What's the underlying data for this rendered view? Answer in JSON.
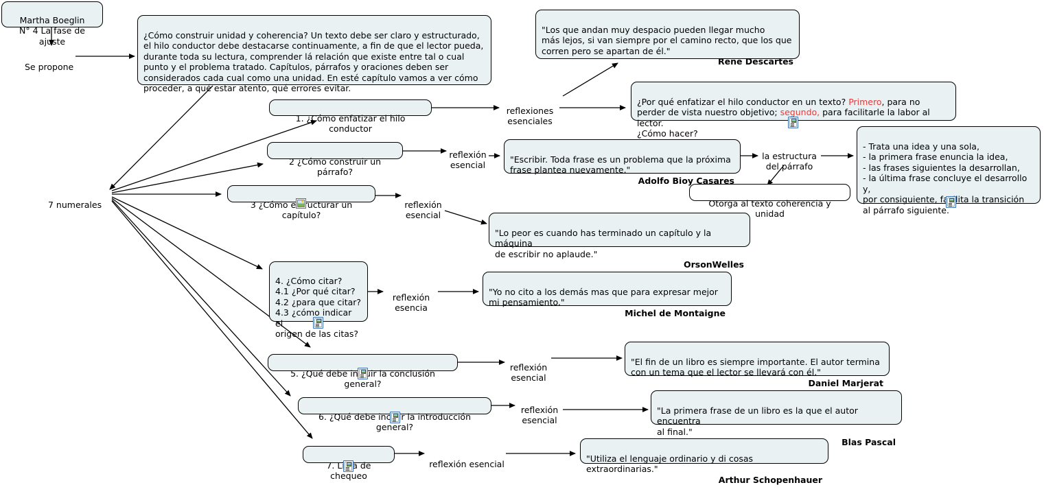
{
  "diagram": {
    "title_node": "Martha Boeglin\nN° 4 La fase de ajuste",
    "link_se_propone": "Se propone",
    "intro": "¿Cómo construir unidad y coherencia? Un texto debe ser claro y estructurado, el hilo conductor debe destacarse continuamente, a fin de que el lector pueda, durante toda su lectura, comprender lá relación que existe entre tal o cual punto y el problema tratado. Capítulos, párrafos y oraciones deben ser considerados cada cual como una unidad. En esté capítulo vamos a ver cómo proceder, a qué estar atento, qué errores evitar.",
    "hub": "7 numerales",
    "numerals": [
      {
        "id": "n1",
        "text": "1. ¿Cómo enfatizar el hilo conductor",
        "icon": "none"
      },
      {
        "id": "n2",
        "text": "2 ¿Cómo construir un párrafo?",
        "icon": "none"
      },
      {
        "id": "n3",
        "text": "3 ¿Cómo estructurar un capítulo?",
        "icon": "picture-icon"
      },
      {
        "id": "n4",
        "text": "4. ¿Cómo citar?\n4.1 ¿Por qué citar?\n4.2 ¿para que citar?\n4.3 ¿cómo indicar el\norigen de las citas?",
        "icon": "document-icon"
      },
      {
        "id": "n5",
        "text": "5. ¿Qué debe incluir la conclusión general?",
        "icon": "document-icon"
      },
      {
        "id": "n6",
        "text": "6. ¿Qué debe incluir la introducción general?",
        "icon": "document-icon"
      },
      {
        "id": "n7",
        "text": "7. Lista de chequeo",
        "icon": "document-icon"
      }
    ],
    "link_labels": {
      "reflexiones_esenciales": "reflexiones\nesenciales",
      "reflexion_esencial_2": "reflexión\nesencial",
      "reflexion_esencial_3": "reflexión\nesencial",
      "reflexion_esencia_4": "reflexión\nesencia",
      "reflexion_esencial_5": "reflexión\nesencial",
      "reflexion_esencial_6": "reflexión\nesencial",
      "reflexion_esencial_7": "reflexión esencial",
      "estructura_parrafo": "la estructura\ndel párrafo"
    },
    "quotes": [
      {
        "id": "q_descartes",
        "text": "\"Los que andan muy despacio pueden llegar mucho\nmás lejos, si van siempre por el camino recto, que los que\ncorren pero se apartan de él.\"",
        "author": "Rene Descartes"
      },
      {
        "id": "q_bioy",
        "text": "\"Escribir. Toda frase es un problema que la próxima\nfrase plantea nuevamente.\"",
        "author": "Adolfo Bioy Casares"
      },
      {
        "id": "q_welles",
        "text": "\"Lo peor es cuando has terminado un capítulo y la máquina\nde escribir no aplaude.\"",
        "author": "OrsonWelles"
      },
      {
        "id": "q_montaigne",
        "text": "\"Yo no cito a los demás mas que para expresar mejor\nmi pensamiento.\"",
        "author": "Michel de Montaigne"
      },
      {
        "id": "q_marjerat",
        "text": "\"El fin de un libro es siempre importante. El autor termina\ncon un tema que el lector se llevará con él.\"",
        "author": "Daniel Marjerat"
      },
      {
        "id": "q_pascal",
        "text": "\"La primera frase de un libro es la que el autor encuentra\nal final.\"",
        "author": "Blas Pascal"
      },
      {
        "id": "q_schopenhauer",
        "text": "\"Utiliza el lenguaje ordinario y di cosas extraordinarias.\"",
        "author": "Arthur Schopenhauer"
      }
    ],
    "porque_enfatizar": {
      "part1": "¿Por qué enfatizar el hilo conductor en un texto? ",
      "red1": "Primero",
      "part2": ", para no\nperder de vista nuestro objetivo; ",
      "red2": "segundo,",
      "part3": " para facilitarle la labor al lector.\n¿Cómo hacer?"
    },
    "estructura_list": "- Trata una idea y una sola,\n- la primera frase enuncia la idea,\n- las frases siguientes la desarrollan,\n- la última frase concluye el desarrollo y,\npor consiguiente, facilita la transición\nal párrafo siguiente.",
    "otorga": "Otorga al texto coherencia y unidad",
    "colors": {
      "node_fill": "#e9f1f3",
      "node_border": "#000000",
      "accent_red": "#e8393a",
      "icon_border": "#3b6fb6",
      "background": "#ffffff"
    }
  }
}
